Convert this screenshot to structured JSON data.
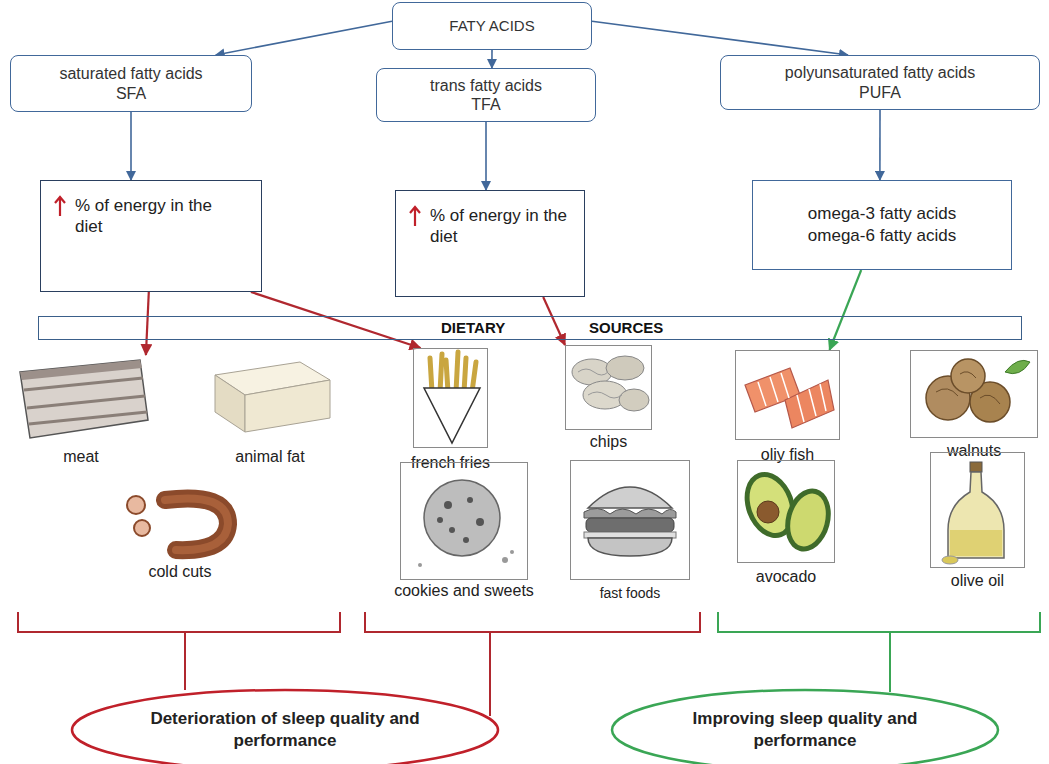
{
  "diagram": {
    "nodes": [
      {
        "text": [
          "FATY ACIDS"
        ]
      },
      {
        "text": [
          "saturated fatty acids SFA"
        ]
      },
      {
        "text": [
          "trans fatty acids TFA"
        ]
      },
      {
        "text": [
          "polyunsaturated fatty acids PUFA"
        ]
      },
      {
        "text": [
          "% of energy in the diet"
        ]
      },
      {
        "text": [
          "% of energy in the diet"
        ]
      },
      {
        "text": [
          "omega-3 fatty acids",
          "omega-6 fatty acids"
        ]
      },
      {
        "text": [
          "DIETARY SOURCES"
        ]
      },
      {
        "text": [
          "meat"
        ]
      },
      {
        "text": [
          "animal fat"
        ]
      },
      {
        "text": [
          "french fries"
        ]
      },
      {
        "text": [
          "chips"
        ]
      },
      {
        "text": [
          "oliy fish"
        ]
      },
      {
        "text": [
          "walnuts"
        ]
      },
      {
        "text": [
          "cold cuts"
        ]
      },
      {
        "text": [
          "cookies and sweets"
        ]
      },
      {
        "text": [
          "fast foods"
        ]
      },
      {
        "text": [
          "avocado"
        ]
      },
      {
        "text": [
          "olive oil"
        ]
      },
      {
        "text": [
          "Deterioration of sleep quality and performance"
        ]
      },
      {
        "text": [
          "Improving sleep quality and performance"
        ]
      }
    ],
    "edges": [
      {
        "from": 0,
        "to": 1,
        "arrow": "to"
      },
      {
        "from": 0,
        "to": 2,
        "arrow": "to"
      },
      {
        "from": 0,
        "to": 3,
        "arrow": "to"
      },
      {
        "from": 1,
        "to": 4,
        "arrow": "to"
      },
      {
        "from": 2,
        "to": 5,
        "arrow": "to"
      },
      {
        "from": 3,
        "to": 6,
        "arrow": "to"
      },
      {
        "from": 4,
        "to": 8,
        "arrow": "to"
      },
      {
        "from": 4,
        "to": 10,
        "arrow": "to"
      },
      {
        "from": 5,
        "to": 11,
        "arrow": "to"
      },
      {
        "from": 6,
        "to": 12,
        "arrow": "to"
      }
    ]
  }
}
